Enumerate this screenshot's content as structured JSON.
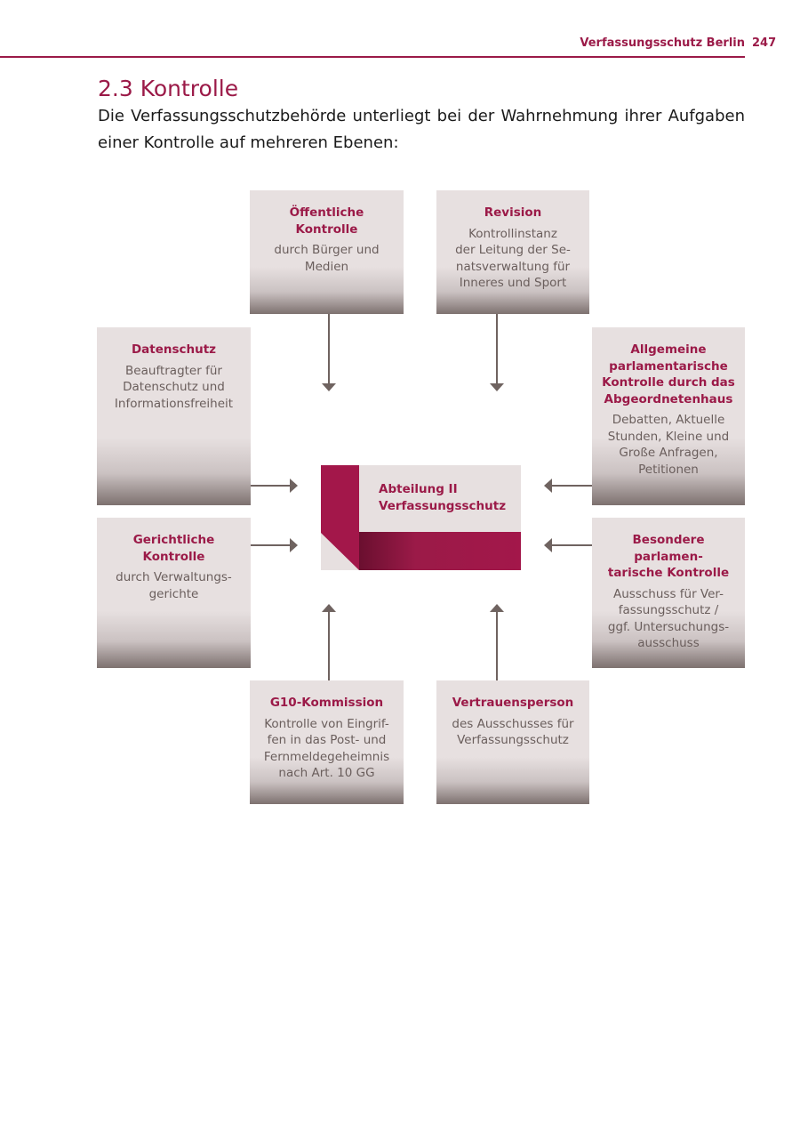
{
  "header": {
    "running_title": "Verfassungsschutz Berlin",
    "page_number": "247"
  },
  "section": {
    "title": "2.3 Kontrolle",
    "intro": "Die Verfassungsschutzbehörde unterliegt bei der Wahrnehmung ihrer Aufgaben einer Kontrolle auf mehreren Ebenen:"
  },
  "diagram": {
    "center": {
      "label": "Abteilung II\nVerfassungsschutz"
    },
    "boxes": {
      "oeffentlich": {
        "title": "Öffentliche Kontrolle",
        "body": "durch Bürger und\nMedien"
      },
      "revision": {
        "title": "Revision",
        "body": "Kontrollinstanz\nder Leitung der Se-\nnatsverwaltung für\nInneres und Sport"
      },
      "datenschutz": {
        "title": "Datenschutz",
        "body": "Beauftragter für\nDatenschutz und\nInformationsfreiheit"
      },
      "allgemein": {
        "title": "Allgemeine\nparlamentarische\nKontrolle durch das\nAbgeordnetenhaus",
        "body": "Debatten, Aktuelle\nStunden, Kleine und\nGroße Anfragen,\nPetitionen"
      },
      "gericht": {
        "title": "Gerichtliche\nKontrolle",
        "body": "durch Verwaltungs-\ngerichte"
      },
      "besondere": {
        "title": "Besondere parlamen-\ntarische Kontrolle",
        "body": "Ausschuss für Ver-\nfassungsschutz /\nggf. Untersuchungs-\nausschuss"
      },
      "g10": {
        "title": "G10-Kommission",
        "body": "Kontrolle von Eingrif-\nfen in das Post- und\nFernmeldegeheimnis\nnach Art. 10 GG"
      },
      "vertrauen": {
        "title": "Vertrauensperson",
        "body": "des Ausschusses für\nVerfassungsschutz"
      }
    },
    "colors": {
      "accent": "#9b1a48",
      "box_fill": "#e7e0e0",
      "arrow": "#6f6360"
    }
  }
}
